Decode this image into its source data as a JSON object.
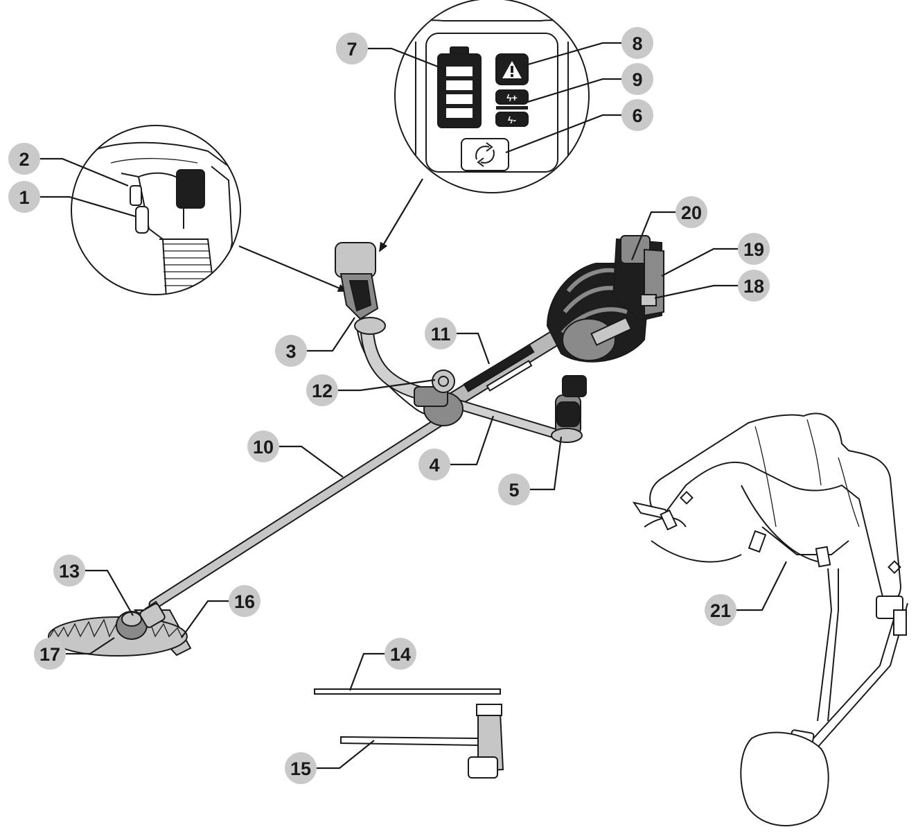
{
  "callouts": [
    {
      "id": "1",
      "label": "1"
    },
    {
      "id": "2",
      "label": "2"
    },
    {
      "id": "3",
      "label": "3"
    },
    {
      "id": "4",
      "label": "4"
    },
    {
      "id": "5",
      "label": "5"
    },
    {
      "id": "6",
      "label": "6"
    },
    {
      "id": "7",
      "label": "7"
    },
    {
      "id": "8",
      "label": "8"
    },
    {
      "id": "9",
      "label": "9"
    },
    {
      "id": "10",
      "label": "10"
    },
    {
      "id": "11",
      "label": "11"
    },
    {
      "id": "12",
      "label": "12"
    },
    {
      "id": "13",
      "label": "13"
    },
    {
      "id": "14",
      "label": "14"
    },
    {
      "id": "15",
      "label": "15"
    },
    {
      "id": "16",
      "label": "16"
    },
    {
      "id": "17",
      "label": "17"
    },
    {
      "id": "18",
      "label": "18"
    },
    {
      "id": "19",
      "label": "19"
    },
    {
      "id": "20",
      "label": "20"
    },
    {
      "id": "21",
      "label": "21"
    }
  ],
  "colors": {
    "callout_fill": "#c9c9c9",
    "ink": "#1a1a1a",
    "body_dark": "#1e1e1e",
    "body_gray": "#8a8a8a",
    "shaft_gray": "#c6c6c6"
  }
}
